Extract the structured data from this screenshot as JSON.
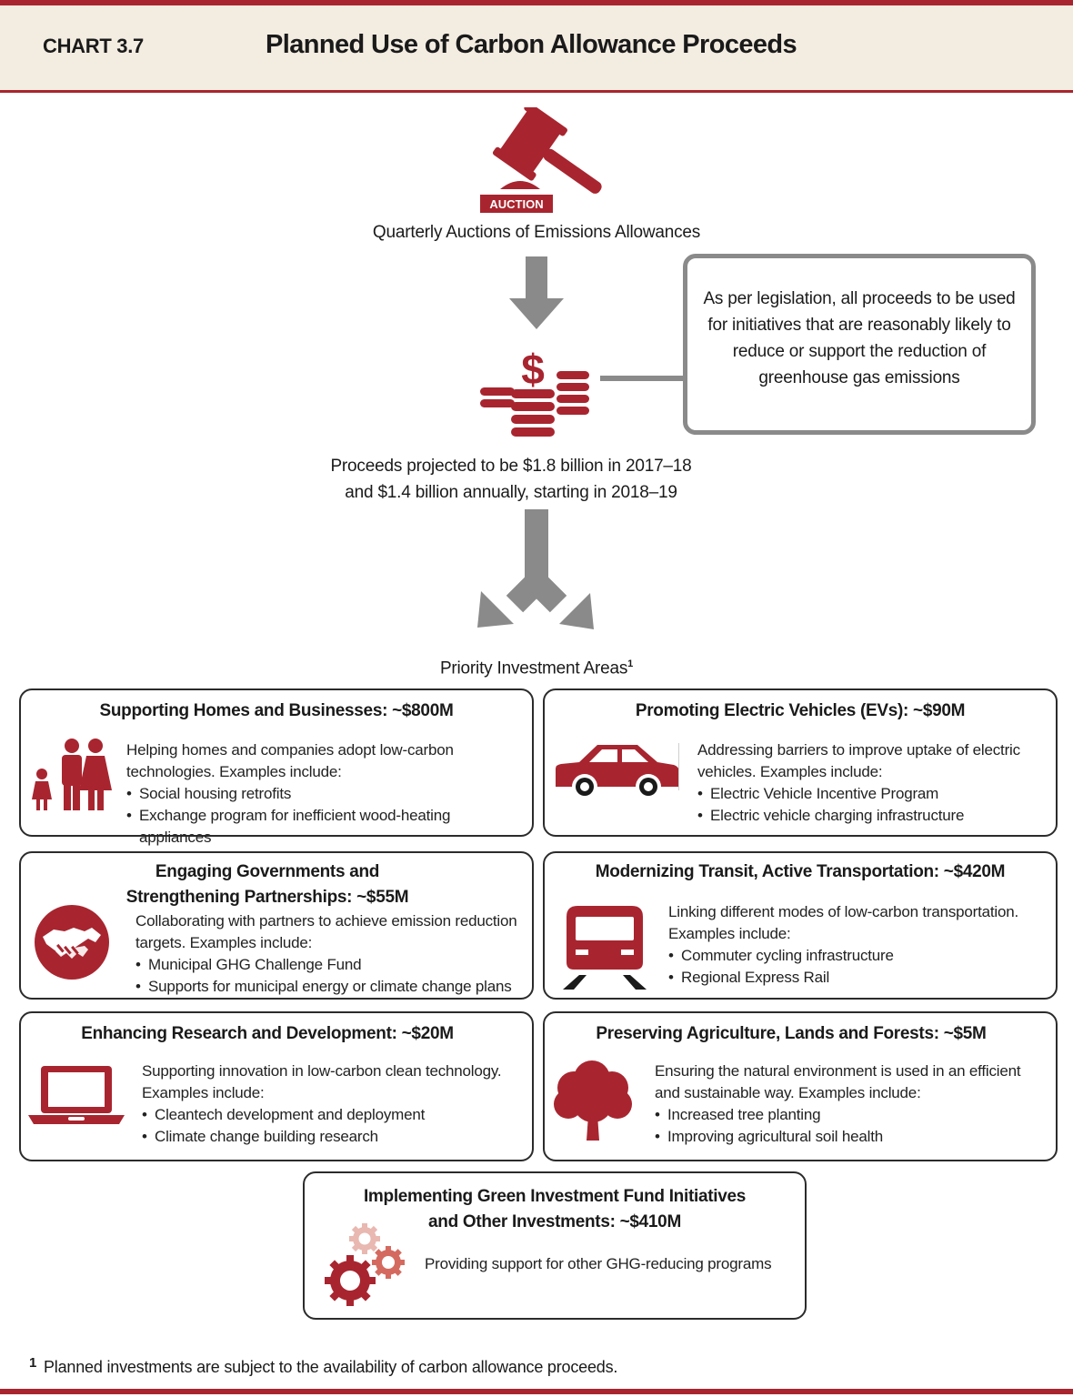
{
  "colors": {
    "accent": "#a8252f",
    "arrow": "#8a8a8a",
    "header_bg": "#f3ece1"
  },
  "header": {
    "label": "CHART 3.7",
    "title": "Planned Use of Carbon Allowance Proceeds"
  },
  "auction": {
    "badge": "AUCTION",
    "caption": "Quarterly Auctions of Emissions Allowances",
    "icon": "gavel-icon"
  },
  "legislation_note": "As per legislation, all proceeds to be used for initiatives that are reasonably likely to reduce or support the reduction of greenhouse gas emissions",
  "proceeds": {
    "icon": "coins-icon",
    "line1": "Proceeds projected to be $1.8 billion in 2017–18",
    "line2": "and $1.4 billion annually, starting in 2018–19"
  },
  "priority": {
    "label": "Priority Investment Areas",
    "footnote_ref": "1"
  },
  "areas": [
    {
      "title": "Supporting Homes and Businesses:  ~$800M",
      "icon": "family-icon",
      "desc": "Helping homes and companies adopt low-carbon technologies. Examples include:",
      "bullets": [
        "Social housing retrofits",
        "Exchange program for inefficient wood-heating appliances"
      ]
    },
    {
      "title": "Promoting Electric Vehicles (EVs): ~$90M",
      "icon": "car-icon",
      "desc": "Addressing barriers to improve uptake of electric vehicles. Examples include:",
      "bullets": [
        "Electric Vehicle Incentive Program",
        "Electric vehicle charging infrastructure"
      ]
    },
    {
      "title_line1": "Engaging Governments and",
      "title_line2": "Strengthening Partnerships:  ~$55M",
      "icon": "handshake-icon",
      "desc": "Collaborating with partners to achieve emission reduction targets. Examples include:",
      "bullets": [
        "Municipal GHG Challenge Fund",
        "Supports for municipal energy or climate change plans"
      ]
    },
    {
      "title": "Modernizing Transit, Active Transportation: ~$420M",
      "icon": "train-icon",
      "desc": "Linking different modes of low-carbon transportation. Examples include:",
      "bullets": [
        "Commuter cycling infrastructure",
        "Regional Express Rail"
      ]
    },
    {
      "title": "Enhancing Research and Development:  ~$20M",
      "icon": "laptop-icon",
      "desc": "Supporting innovation in low-carbon clean technology. Examples include:",
      "bullets": [
        "Cleantech development and deployment",
        "Climate change building research"
      ]
    },
    {
      "title": "Preserving Agriculture, Lands and Forests: ~$5M",
      "icon": "tree-icon",
      "desc": "Ensuring the natural environment is used in an efficient and sustainable way. Examples include:",
      "bullets": [
        "Increased tree planting",
        "Improving agricultural soil health"
      ]
    },
    {
      "title_line1": "Implementing Green Investment Fund Initiatives",
      "title_line2": "and Other Investments:  ~$410M",
      "icon": "gears-icon",
      "desc": "Providing support for other GHG-reducing programs"
    }
  ],
  "footnote": {
    "mark": "1",
    "text": "Planned investments are subject to the availability of carbon allowance proceeds."
  }
}
